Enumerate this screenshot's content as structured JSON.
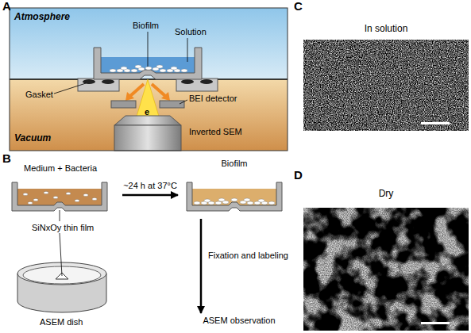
{
  "diagram": {
    "nodes": [
      {
        "text": [
          "Medium + Bacteria"
        ]
      },
      {
        "text": [
          "Biofilm"
        ]
      },
      {
        "text": [
          "ASEM observation"
        ]
      },
      {
        "text": [
          "In solution"
        ]
      },
      {
        "text": [
          "Dry"
        ]
      }
    ],
    "edges": [
      {
        "from": 0,
        "to": 1,
        "arrow": "to",
        "label": "~24 h at 37°C"
      },
      {
        "from": 1,
        "to": 2,
        "arrow": "to",
        "label": "Fixation and labeling"
      }
    ],
    "labels": [
      "A",
      "Atmosphere",
      "Biofilm",
      "Solution",
      "Gasket",
      "BEI detector",
      "e",
      "Vacuum",
      "Inverted SEM",
      "B",
      "SiNxOy thin film",
      "ASEM dish",
      "C",
      "D"
    ]
  }
}
